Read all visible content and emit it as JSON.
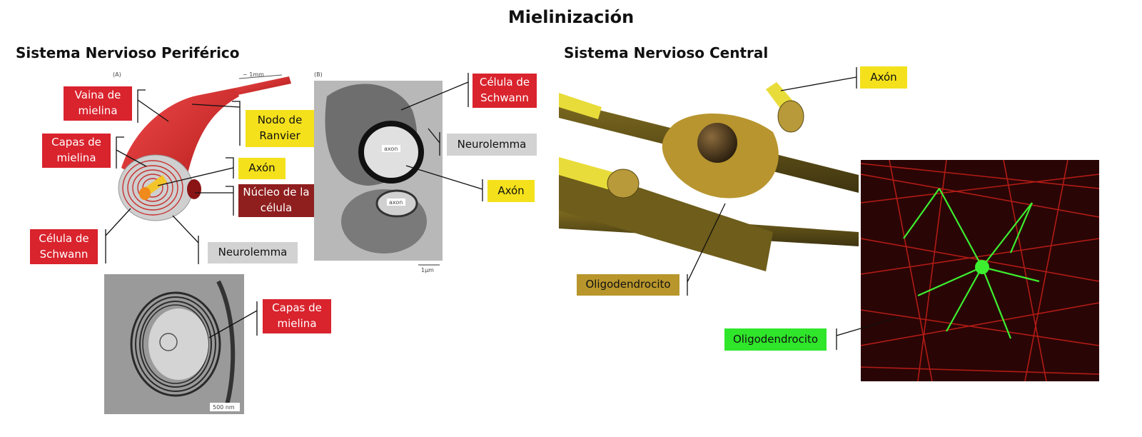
{
  "title": "Mielinización",
  "sections": {
    "peripheral": "Sistema Nervioso Periférico",
    "central": "Sistema Nervioso Central"
  },
  "figure_marks": {
    "panel_a": "(A)",
    "panel_b": "(B)",
    "scale_1mm": "~ 1mm",
    "axon_1": "axon",
    "axon_2": "axon",
    "scale_1um": "1µm",
    "scale_500nm": "500 nm"
  },
  "labels": {
    "vaina": "Vaina de mielina",
    "capas1": "Capas de mielina",
    "nodo": "Nodo de Ranvier",
    "axon_pns": "Axón",
    "nucleo": "Núcleo de la célula",
    "schwann_left": "Célula de Schwann",
    "neurolemma_left": "Neurolemma",
    "schwann_right": "Célula de Schwann",
    "neurolemma_right": "Neurolemma",
    "axon_em": "Axón",
    "capas2": "Capas de mielina",
    "axon_cns": "Axón",
    "oligo_gold": "Oligodendrocito",
    "oligo_green": "Oligodendrocito"
  },
  "colors": {
    "red": "#d9232d",
    "dark_red": "#8f1e1e",
    "yellow": "#f4e11c",
    "gray": "#d2d2d2",
    "gold": "#b8962c",
    "green": "#2fe62a"
  }
}
